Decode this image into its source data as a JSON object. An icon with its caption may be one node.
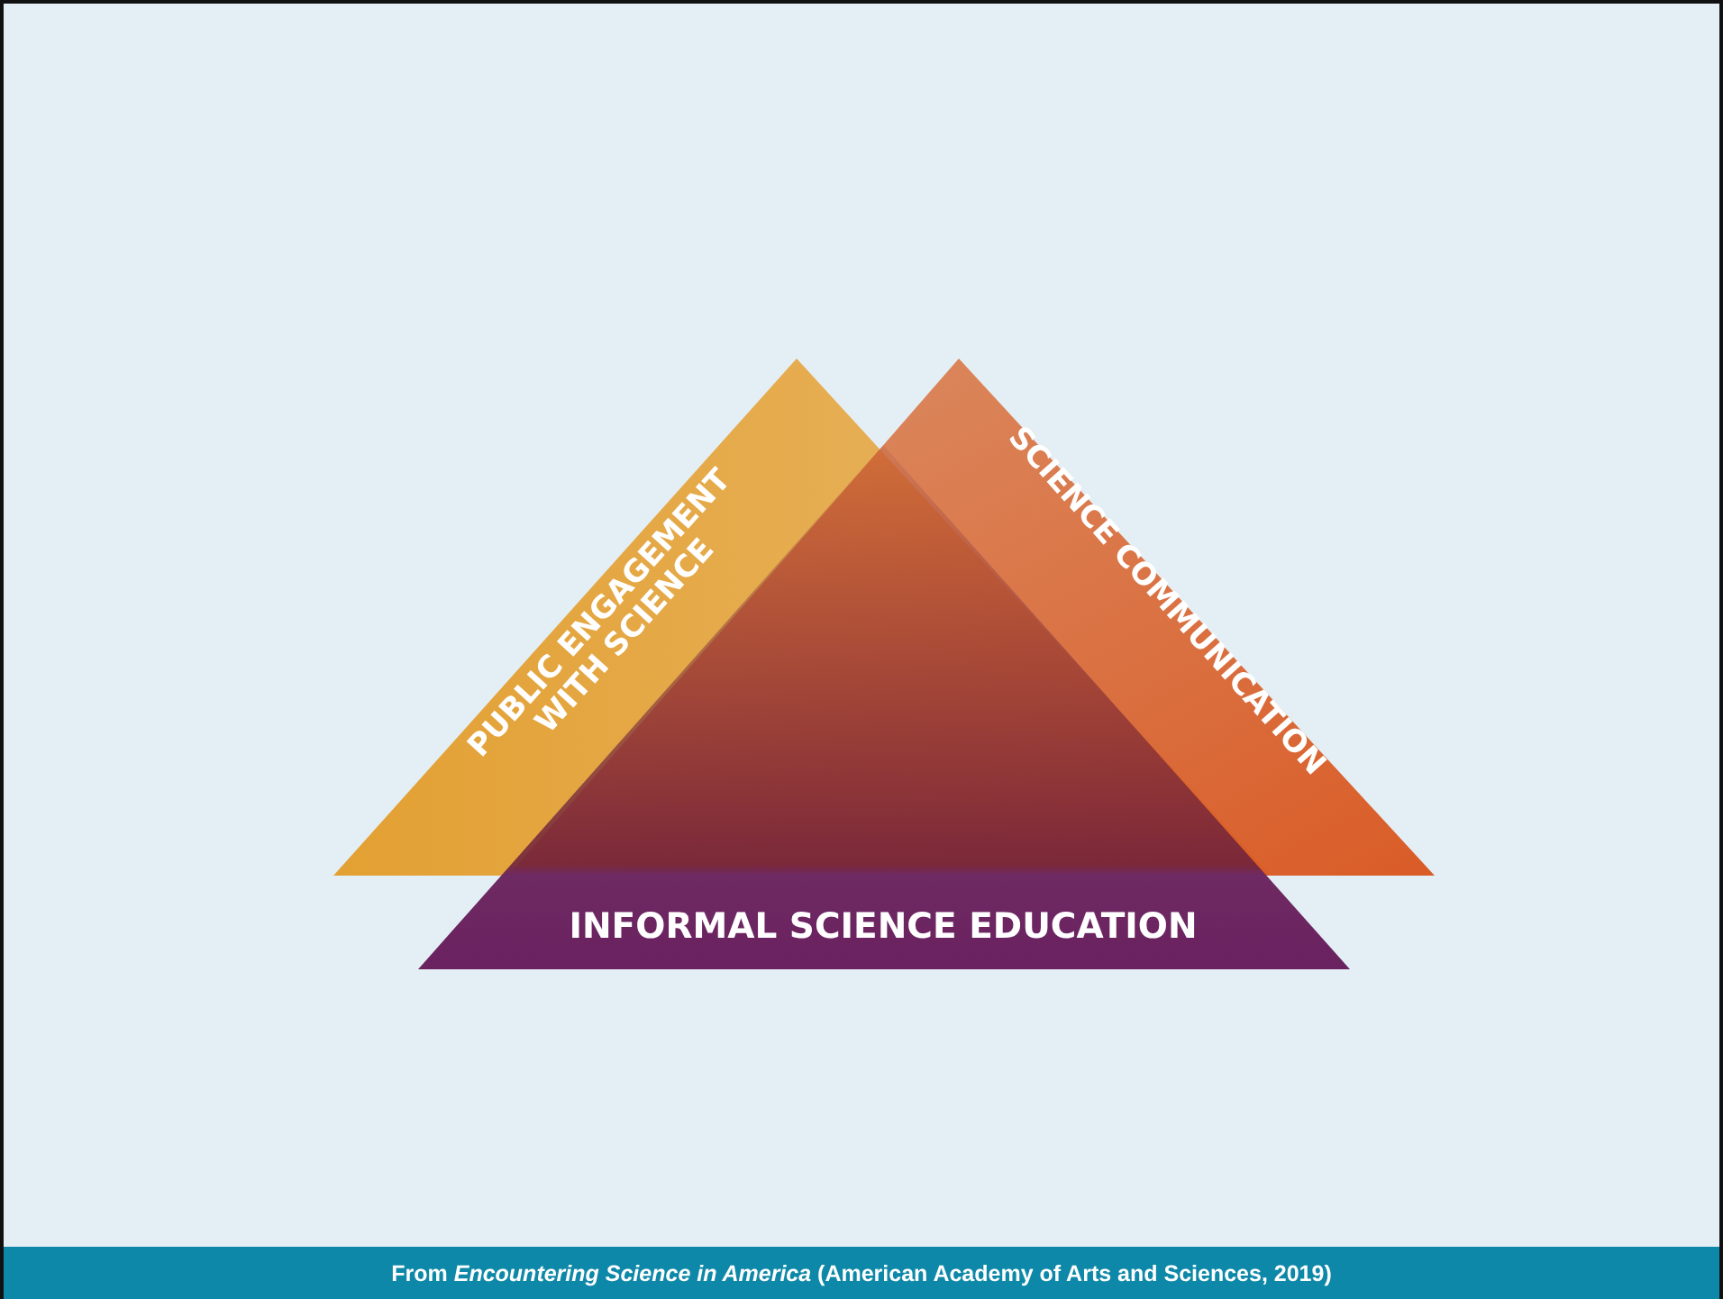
{
  "diagram": {
    "caption": "From *Encountering Science in America* (American Academy of Arts and Sciences, 2019)",
    "nodes": [
      {
        "text": [
          "PUBLIC ENGAGEMENT WITH SCIENCE"
        ]
      },
      {
        "text": [
          "SCIENCE COMMUNICATION"
        ]
      },
      {
        "text": [
          "INFORMAL SCIENCE EDUCATION"
        ]
      }
    ]
  }
}
